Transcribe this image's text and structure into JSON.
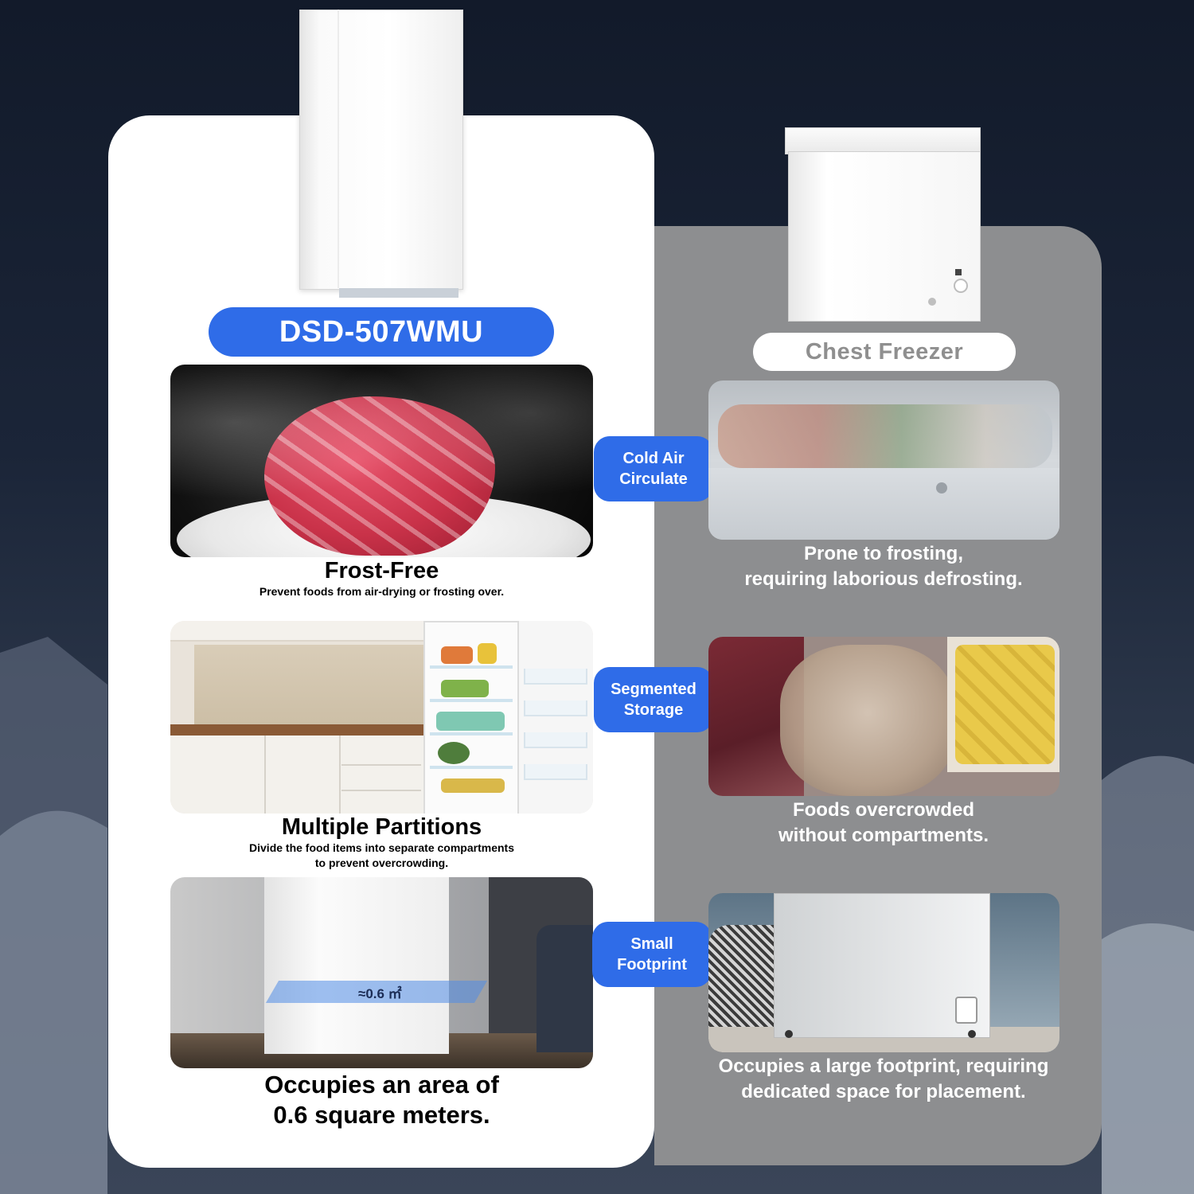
{
  "product": {
    "model_name": "DSD-507WMU",
    "comparison_name": "Chest Freezer"
  },
  "badges": {
    "cold_air": "Cold Air\nCirculate",
    "segmented": "Segmented\nStorage",
    "footprint": "Small\nFootprint"
  },
  "left": {
    "frost_title": "Frost-Free",
    "frost_sub": "Prevent foods from air-drying or frosting over.",
    "partition_title": "Multiple Partitions",
    "partition_sub_1": "Divide the food items into separate compartments",
    "partition_sub_2": "to prevent overcrowding.",
    "area_label": "≈0.6 ㎡",
    "area_text_1": "Occupies an area of",
    "area_text_2": "0.6 square meters."
  },
  "right": {
    "frost_text": "Prone to frosting,\nrequiring laborious defrosting.",
    "crowd_text": "Foods overcrowded\nwithout compartments.",
    "space_text": "Occupies a large footprint, requiring\ndedicated space for placement."
  },
  "colors": {
    "accent_blue": "#2f6ce8",
    "right_panel_gray": "#8d8e90",
    "background_navy": "#1b2538"
  }
}
